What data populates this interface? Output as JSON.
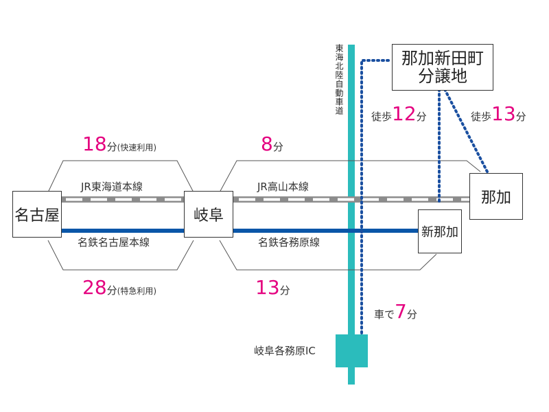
{
  "stations": {
    "nagoya": "名古屋",
    "gifu": "岐阜",
    "naka": "那加",
    "shin_naka": "新那加"
  },
  "destination": {
    "line1": "那加新田町",
    "line2": "分譲地"
  },
  "lines": {
    "jr_tokaido": "JR東海道本線",
    "meitetsu_nagoya": "名鉄名古屋本線",
    "jr_takayama": "JR高山本線",
    "meitetsu_kakamigahara": "名鉄各務原線",
    "expressway": "東海北陸自動車道"
  },
  "times": {
    "nagoya_gifu_jr": {
      "value": "18",
      "unit": "分",
      "note": "(快速利用)"
    },
    "nagoya_gifu_meitetsu": {
      "value": "28",
      "unit": "分",
      "note": "(特急利用)"
    },
    "gifu_naka_jr": {
      "value": "8",
      "unit": "分"
    },
    "gifu_shinnaka_meitetsu": {
      "value": "13",
      "unit": "分"
    },
    "walk_shinnaka": {
      "prefix": "徒歩",
      "value": "12",
      "unit": "分"
    },
    "walk_naka": {
      "prefix": "徒歩",
      "value": "13",
      "unit": "分"
    },
    "car_ic": {
      "prefix": "車で",
      "value": "7",
      "unit": "分"
    }
  },
  "interchange": "岐阜各務原IC",
  "colors": {
    "accent_pink": "#e4007f",
    "meitetsu_blue": "#0a56a8",
    "jr_gray": "#8c8c8c",
    "expressway_teal": "#2bbcbc",
    "dotted_route": "#1a4fa0"
  }
}
